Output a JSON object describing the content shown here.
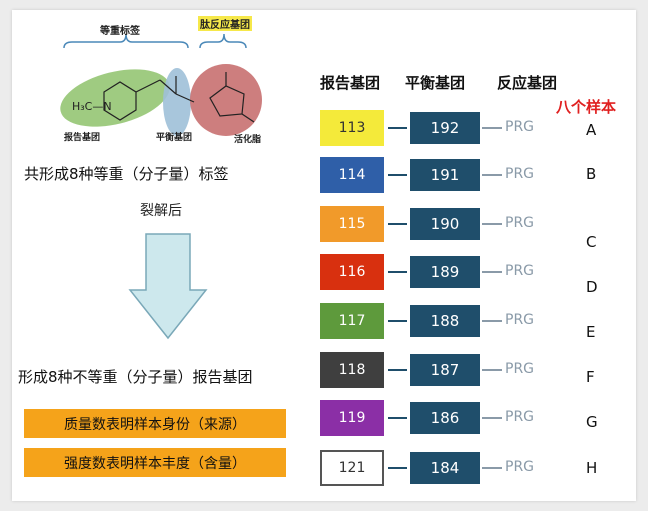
{
  "structure": {
    "bracket_label_left": "等重标签",
    "bracket_label_right": "肽反应基团",
    "label_reporter": "报告基团",
    "label_balance": "平衡基团",
    "label_active": "活化脂",
    "formula_text": "H₃C—N"
  },
  "left_text": {
    "formed_tags": "共形成8种等重（分子量）标签",
    "cleavage": "裂解后",
    "formed_reporters": "形成8种不等重（分子量）报告基团",
    "quality_box": "质量数表明样本身份（来源）",
    "intensity_box": "强度数表明样本丰度（含量）"
  },
  "headers": {
    "reporter": "报告基团",
    "balance": "平衡基团",
    "reactive": "反应基团",
    "samples": "八个样本"
  },
  "colors": {
    "balance": "#1f4e6b",
    "prg": "#8a9aa8",
    "orange_box": "#f5a31a",
    "arrow": "#cde8ed",
    "highlight": "#e02020"
  },
  "rows": [
    {
      "reporter": "113",
      "balance": "192",
      "prg": "PRG",
      "sample": "A",
      "color": "#f4ea3a",
      "text_color": "#333333"
    },
    {
      "reporter": "114",
      "balance": "191",
      "prg": "PRG",
      "sample": "B",
      "color": "#2f5fa8",
      "text_color": "#ffffff"
    },
    {
      "reporter": "115",
      "balance": "190",
      "prg": "PRG",
      "sample": "C",
      "color": "#f19a2a",
      "text_color": "#ffffff"
    },
    {
      "reporter": "116",
      "balance": "189",
      "prg": "PRG",
      "sample": "D",
      "color": "#d8300f",
      "text_color": "#ffffff"
    },
    {
      "reporter": "117",
      "balance": "188",
      "prg": "PRG",
      "sample": "E",
      "color": "#5e9a3c",
      "text_color": "#ffffff"
    },
    {
      "reporter": "118",
      "balance": "187",
      "prg": "PRG",
      "sample": "F",
      "color": "#3f3f3f",
      "text_color": "#ffffff"
    },
    {
      "reporter": "119",
      "balance": "186",
      "prg": "PRG",
      "sample": "G",
      "color": "#8b2fa6",
      "text_color": "#ffffff"
    },
    {
      "reporter": "121",
      "balance": "184",
      "prg": "PRG",
      "sample": "H",
      "color": "#ffffff",
      "text_color": "#333333"
    }
  ]
}
